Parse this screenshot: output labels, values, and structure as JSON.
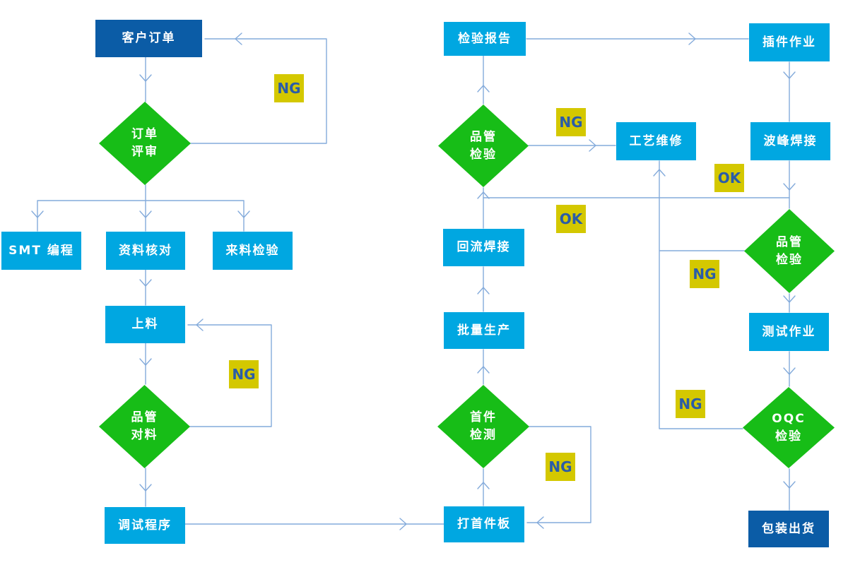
{
  "diagram_type": "flowchart",
  "language": "zh-CN",
  "colors": {
    "process_fill": "#00a7e1",
    "terminal_fill": "#0b5ca6",
    "decision_fill": "#17bd17",
    "edge_label_fill": "#d4c800",
    "edge_label_text": "#2a5ca8",
    "connector": "#84abdb",
    "node_text": "#ffffff"
  },
  "nodes": [
    {
      "id": "customer-order",
      "type": "terminal",
      "label": "客户订单"
    },
    {
      "id": "order-review",
      "type": "decision",
      "label": "订单\n评审"
    },
    {
      "id": "smt-programming",
      "type": "process",
      "label": "SMT 编程"
    },
    {
      "id": "data-check",
      "type": "process",
      "label": "资料核对"
    },
    {
      "id": "incoming-inspection",
      "type": "process",
      "label": "来料检验"
    },
    {
      "id": "loading",
      "type": "process",
      "label": "上料"
    },
    {
      "id": "qc-material-check",
      "type": "decision",
      "label": "品管\n对料"
    },
    {
      "id": "debug-program",
      "type": "process",
      "label": "调试程序"
    },
    {
      "id": "first-board",
      "type": "process",
      "label": "打首件板"
    },
    {
      "id": "first-article-inspection",
      "type": "decision",
      "label": "首件\n检测"
    },
    {
      "id": "mass-production",
      "type": "process",
      "label": "批量生产"
    },
    {
      "id": "reflow-soldering",
      "type": "process",
      "label": "回流焊接"
    },
    {
      "id": "qc-inspection-smt",
      "type": "decision",
      "label": "品管\n检验"
    },
    {
      "id": "inspection-report",
      "type": "process",
      "label": "检验报告"
    },
    {
      "id": "process-repair",
      "type": "process",
      "label": "工艺维修"
    },
    {
      "id": "thru-hole-assembly",
      "type": "process",
      "label": "插件作业"
    },
    {
      "id": "wave-soldering",
      "type": "process",
      "label": "波峰焊接"
    },
    {
      "id": "qc-inspection-dip",
      "type": "decision",
      "label": "品管\n检验"
    },
    {
      "id": "testing",
      "type": "process",
      "label": "测试作业"
    },
    {
      "id": "oqc-inspection",
      "type": "decision",
      "label": "OQC\n检验"
    },
    {
      "id": "packing-shipping",
      "type": "terminal",
      "label": "包装出货"
    }
  ],
  "edge_labels": [
    {
      "id": "ng-order-review",
      "text": "NG"
    },
    {
      "id": "ng-material-check",
      "text": "NG"
    },
    {
      "id": "ng-first-article",
      "text": "NG"
    },
    {
      "id": "ng-qc-smt",
      "text": "NG"
    },
    {
      "id": "ok-reflow",
      "text": "OK"
    },
    {
      "id": "ok-wave",
      "text": "OK"
    },
    {
      "id": "ng-qc-dip",
      "text": "NG"
    },
    {
      "id": "ng-oqc",
      "text": "NG"
    }
  ],
  "edges": [
    {
      "from": "客户订单",
      "to": "订单评审",
      "label": ""
    },
    {
      "from": "订单评审",
      "to": "客户订单",
      "label": "NG"
    },
    {
      "from": "订单评审",
      "to": "SMT 编程",
      "label": ""
    },
    {
      "from": "订单评审",
      "to": "资料核对",
      "label": ""
    },
    {
      "from": "订单评审",
      "to": "来料检验",
      "label": ""
    },
    {
      "from": "资料核对",
      "to": "上料",
      "label": ""
    },
    {
      "from": "上料",
      "to": "品管对料",
      "label": ""
    },
    {
      "from": "品管对料",
      "to": "上料",
      "label": "NG"
    },
    {
      "from": "品管对料",
      "to": "调试程序",
      "label": ""
    },
    {
      "from": "调试程序",
      "to": "打首件板",
      "label": ""
    },
    {
      "from": "打首件板",
      "to": "首件检测",
      "label": ""
    },
    {
      "from": "首件检测",
      "to": "打首件板",
      "label": "NG"
    },
    {
      "from": "首件检测",
      "to": "批量生产",
      "label": ""
    },
    {
      "from": "批量生产",
      "to": "回流焊接",
      "label": ""
    },
    {
      "from": "回流焊接",
      "to": "品管检验",
      "label": "OK"
    },
    {
      "from": "品管检验",
      "to": "工艺维修",
      "label": "NG"
    },
    {
      "from": "品管检验",
      "to": "检验报告",
      "label": ""
    },
    {
      "from": "检验报告",
      "to": "插件作业",
      "label": ""
    },
    {
      "from": "插件作业",
      "to": "波峰焊接",
      "label": ""
    },
    {
      "from": "波峰焊接",
      "to": "品管检验",
      "label": "OK"
    },
    {
      "from": "品管检验",
      "to": "工艺维修",
      "label": "NG"
    },
    {
      "from": "品管检验",
      "to": "测试作业",
      "label": ""
    },
    {
      "from": "测试作业",
      "to": "OQC检验",
      "label": ""
    },
    {
      "from": "OQC检验",
      "to": "工艺维修",
      "label": "NG"
    },
    {
      "from": "OQC检验",
      "to": "包装出货",
      "label": ""
    }
  ]
}
